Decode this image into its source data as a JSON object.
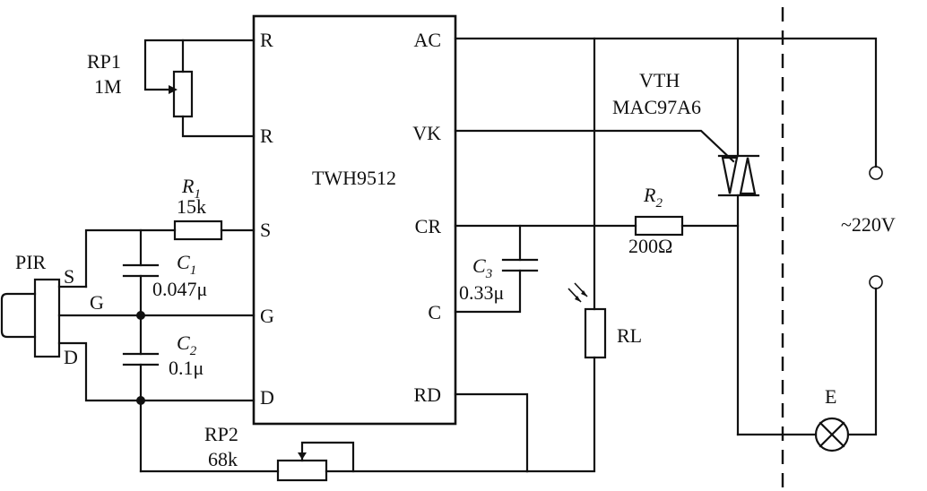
{
  "ic": {
    "name": "TWH9512",
    "pins_left": [
      "R",
      "R",
      "S",
      "G",
      "D"
    ],
    "pins_right": [
      "AC",
      "VK",
      "CR",
      "C",
      "RD"
    ]
  },
  "rp1": {
    "name": "RP1",
    "value": "1M"
  },
  "r1": {
    "letter": "R",
    "sub": "1",
    "value": "15k"
  },
  "c1": {
    "letter": "C",
    "sub": "1",
    "value": "0.047μ"
  },
  "c2": {
    "letter": "C",
    "sub": "2",
    "value": "0.1μ"
  },
  "c3": {
    "letter": "C",
    "sub": "3",
    "value": "0.33μ"
  },
  "r2": {
    "letter": "R",
    "sub": "2",
    "value": "200Ω"
  },
  "rp2": {
    "name": "RP2",
    "value": "68k"
  },
  "pir": {
    "name": "PIR",
    "pin_s": "S",
    "pin_g": "G",
    "pin_d": "D",
    "wire_g": "G"
  },
  "rl": {
    "name": "RL"
  },
  "vth": {
    "name": "VTH",
    "part": "MAC97A6"
  },
  "supply": {
    "label": "~220V"
  },
  "lamp": {
    "name": "E"
  }
}
